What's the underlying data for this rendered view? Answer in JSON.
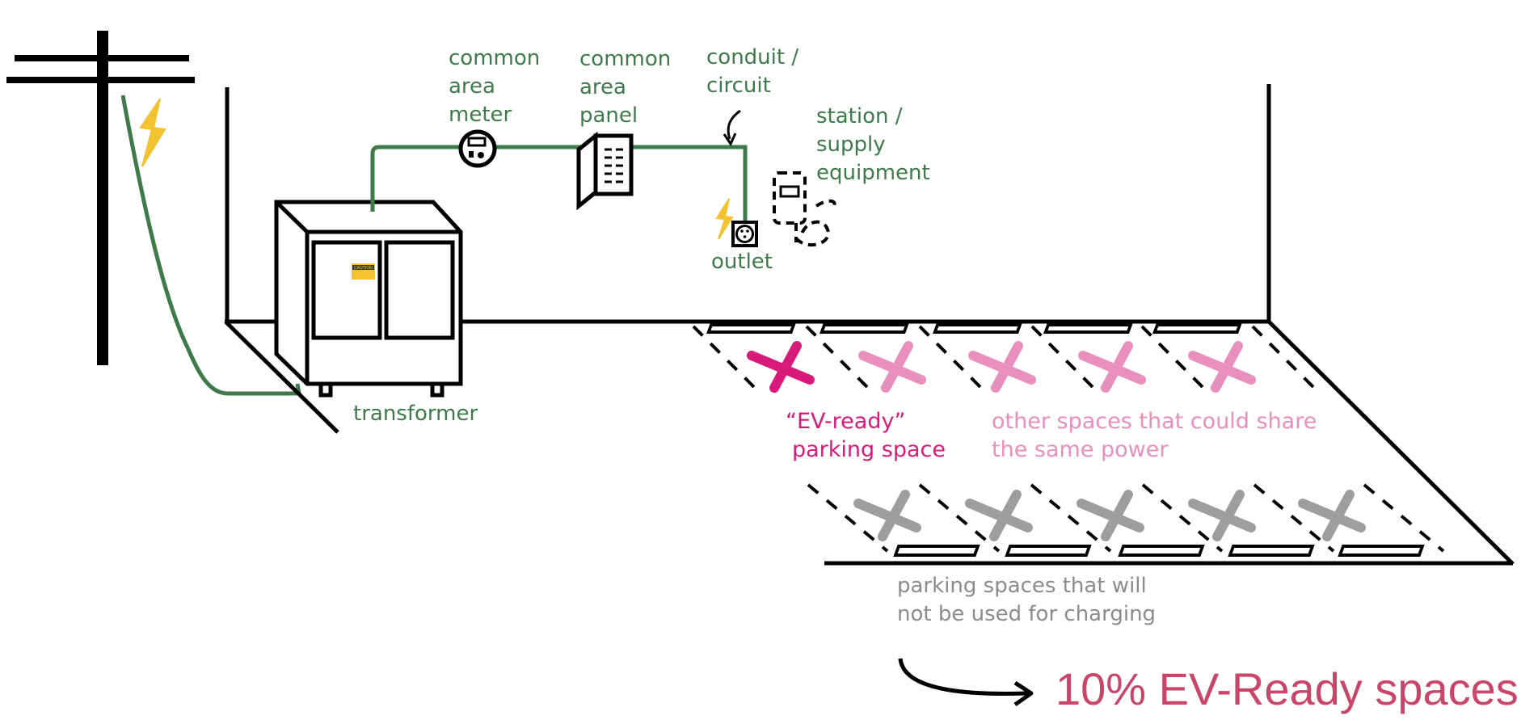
{
  "labels": {
    "meter": [
      "common",
      "area",
      "meter"
    ],
    "panel": [
      "common",
      "area",
      "panel"
    ],
    "conduit": [
      "conduit /",
      "circuit"
    ],
    "station": [
      "station /",
      "supply",
      "equipment"
    ],
    "outlet": "outlet",
    "transformer": "transformer",
    "caution": "CAUTION",
    "ev_ready": [
      "“EV-ready”",
      "parking space"
    ],
    "other_spaces": [
      "other spaces that could share",
      "the same power"
    ],
    "not_charging": [
      "parking spaces that will",
      "not be used for charging"
    ],
    "headline": "10% EV-Ready spaces"
  },
  "colors": {
    "wire": "#3f7a4a",
    "ev_ready_mark": "#d81b7b",
    "shareable_mark": "#e88fbe",
    "unused_mark": "#9e9e9e",
    "lightning": "#f2c230",
    "headline": "#c94569"
  },
  "icons": {
    "lightning_pole": "lightning-bolt-icon",
    "lightning_outlet": "lightning-bolt-icon",
    "meter": "electric-meter-icon",
    "panel": "electrical-panel-icon",
    "outlet": "power-outlet-icon",
    "station": "charging-station-icon"
  }
}
